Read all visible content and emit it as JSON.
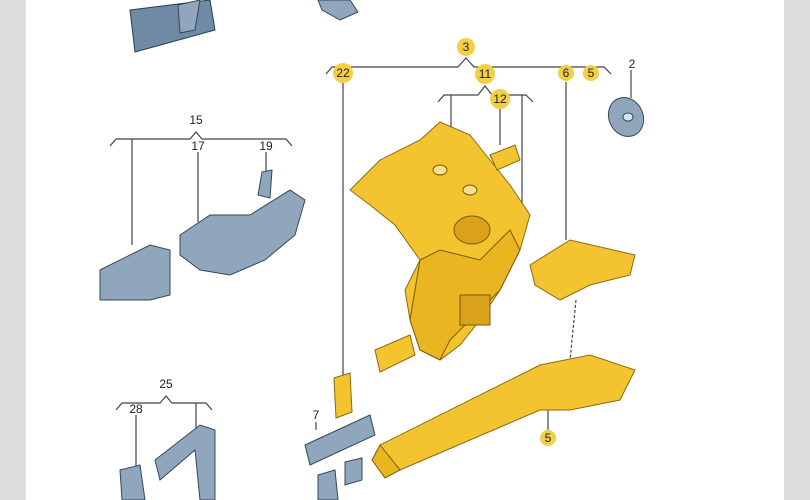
{
  "diagram": {
    "callouts": [
      {
        "id": "c3",
        "label": "3",
        "highlighted": true
      },
      {
        "id": "c22",
        "label": "22",
        "highlighted": true
      },
      {
        "id": "c11",
        "label": "11",
        "highlighted": true
      },
      {
        "id": "c12",
        "label": "12",
        "highlighted": true
      },
      {
        "id": "c6",
        "label": "6",
        "highlighted": true
      },
      {
        "id": "c5top",
        "label": "5",
        "highlighted": true
      },
      {
        "id": "c2",
        "label": "2",
        "highlighted": false
      },
      {
        "id": "c15",
        "label": "15",
        "highlighted": false
      },
      {
        "id": "c17",
        "label": "17",
        "highlighted": false
      },
      {
        "id": "c19",
        "label": "19",
        "highlighted": false
      },
      {
        "id": "c25",
        "label": "25",
        "highlighted": false
      },
      {
        "id": "c28",
        "label": "28",
        "highlighted": false
      },
      {
        "id": "c7",
        "label": "7",
        "highlighted": false
      },
      {
        "id": "c5bot",
        "label": "5",
        "highlighted": true
      }
    ],
    "colors": {
      "highlight": "#f3cf45",
      "part_yellow": "#f4c430",
      "part_blue": "#8fa6bd",
      "side_band": "#dcdcdc"
    }
  }
}
